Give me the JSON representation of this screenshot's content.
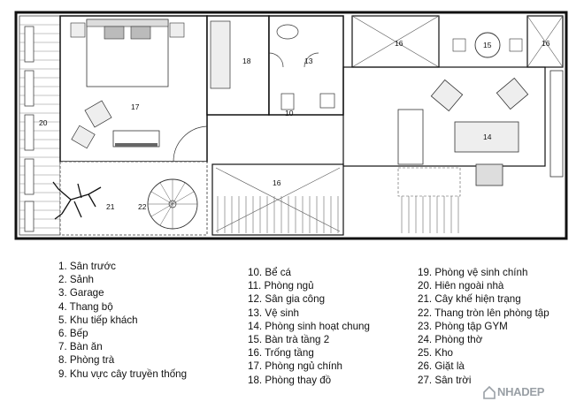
{
  "plan": {
    "room_numbers": [
      "20",
      "17",
      "18",
      "13",
      "10",
      "16",
      "15",
      "16",
      "14",
      "16",
      "21",
      "22"
    ]
  },
  "legend": {
    "col1": [
      "1. Sân trước",
      "2. Sảnh",
      "3. Garage",
      "4. Thang bộ",
      "5. Khu tiếp khách",
      "6. Bếp",
      "7. Bàn ăn",
      "8. Phòng trà",
      "9. Khu vực cây truyền thống"
    ],
    "col2": [
      "10. Bể cá",
      "11. Phòng ngủ",
      "12. Sân gia công",
      "13. Vệ sinh",
      "14. Phòng sinh hoạt chung",
      "15. Bàn trà tầng 2",
      "16. Trống tầng",
      "17. Phòng ngủ chính",
      "18. Phòng thay đồ"
    ],
    "col3": [
      "19. Phòng vệ sinh chính",
      "20. Hiên ngoài nhà",
      "21. Cây khế hiện trạng",
      "22. Thang tròn lên phòng tập",
      "23. Phòng tập GYM",
      "24. Phòng thờ",
      "25. Kho",
      "26. Giặt là",
      "27. Sân trời"
    ]
  },
  "watermark": {
    "text": "NHADEP"
  }
}
